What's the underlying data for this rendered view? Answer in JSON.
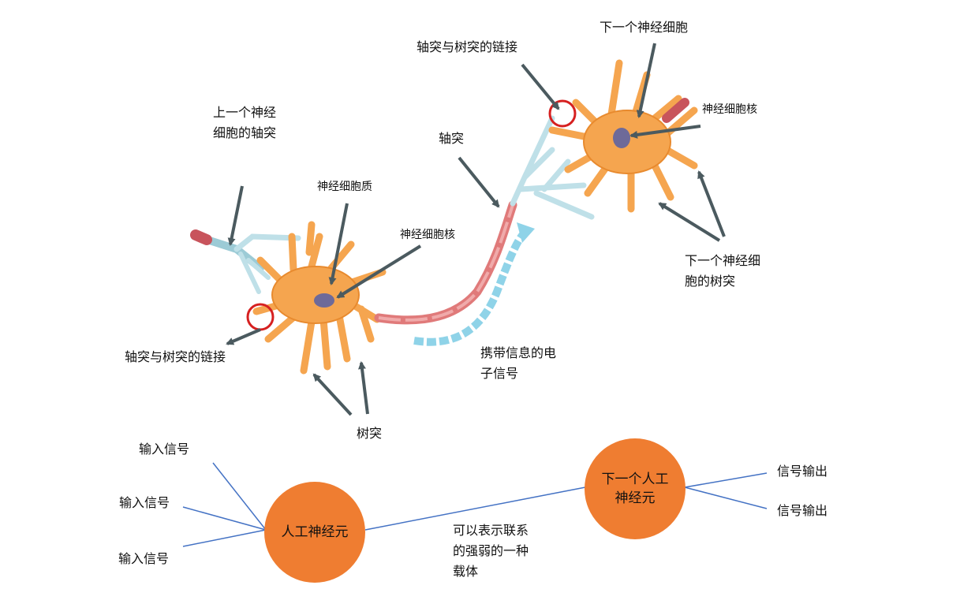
{
  "neuron": {
    "prev_axon": "上一个神经细胞的轴突",
    "cytoplasm": "神经细胞质",
    "nucleus_left": "神经细胞核",
    "synapse_left": "轴突与树突的链接",
    "dendrite": "树突",
    "axon": "轴突",
    "signal": "携带信息的电子信号",
    "synapse_right": "轴突与树突的链接",
    "next_neuron": "下一个神经细胞",
    "nucleus_right": "神经细胞核",
    "next_dendrite": "下一个神经细胞的树突"
  },
  "model": {
    "input_1": "输入信号",
    "input_2": "输入信号",
    "input_3": "输入信号",
    "neuron": "人工神经元",
    "next_neuron": "下一个人工神经元",
    "weight": "可以表示联系的强弱的一种载体",
    "output_1": "信号输出",
    "output_2": "信号输出"
  },
  "colors": {
    "cell_body": "#f5a54f",
    "cell_outline": "#e88a2e",
    "nucleus": "#6e6a99",
    "axon": "#e07a7a",
    "dendrite": "#bfe0e8",
    "signal_arrow": "#8fd3e8",
    "pointer": "#4b5a5f",
    "synapse_circle": "#d62020",
    "node_fill": "#ef7d31",
    "model_line": "#4472c4"
  }
}
